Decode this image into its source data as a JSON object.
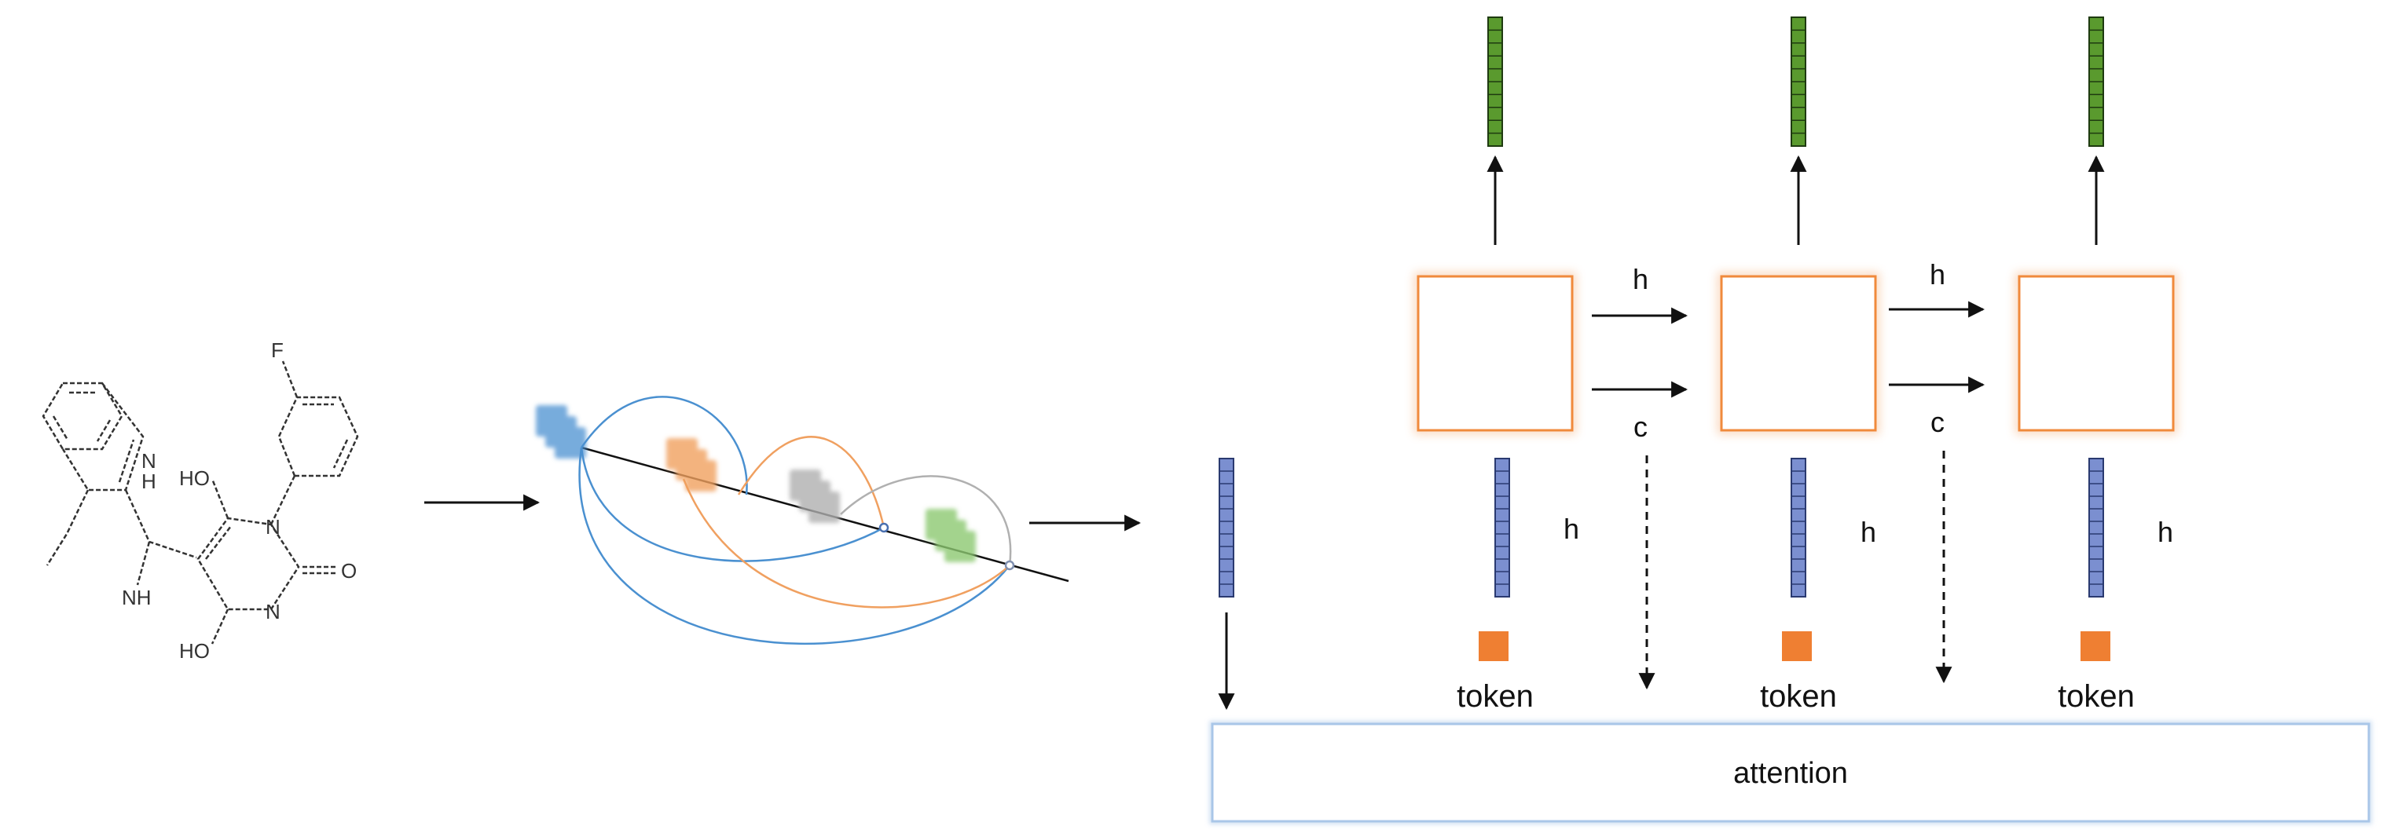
{
  "molecule": {
    "atoms": {
      "f": "F",
      "nh_ring": "N\nH",
      "ho_top": "HO",
      "n_top": "N",
      "o": "O",
      "n_bottom": "N",
      "nh_link": "NH",
      "ho_bottom": "HO"
    }
  },
  "decoder": {
    "steps": [
      {
        "hidden_label": "h",
        "token_label": "token"
      },
      {
        "hidden_label": "h",
        "token_label": "token"
      },
      {
        "hidden_label": "h",
        "token_label": "token"
      }
    ],
    "transitions": [
      {
        "h_label": "h",
        "c_label": "c"
      },
      {
        "h_label": "h",
        "c_label": "c"
      }
    ],
    "attention_label": "attention"
  },
  "colors": {
    "cell_border": "#f08a3c",
    "output_vector": "#5a9a2e",
    "hidden_vector": "#7b8fd0",
    "token": "#ef7f32",
    "attention_border": "#a9c6e8",
    "graph_blue": "#4a90d0",
    "graph_orange": "#f0a060",
    "graph_gray": "#b0b0b0",
    "graph_green": "#8cc870"
  }
}
